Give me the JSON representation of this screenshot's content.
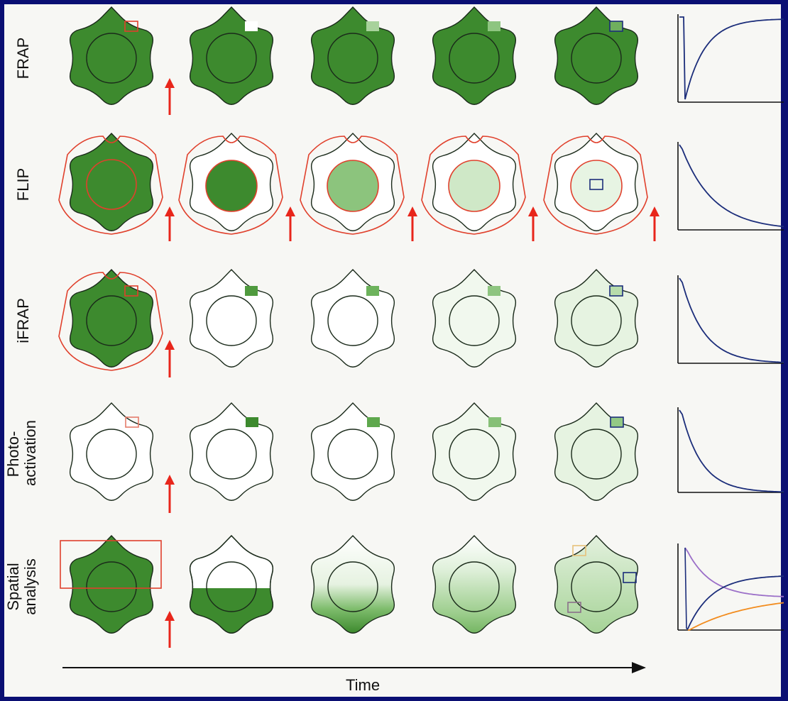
{
  "rows": [
    {
      "id": "frap",
      "label": "FRAP"
    },
    {
      "id": "flip",
      "label": "FLIP"
    },
    {
      "id": "ifrap",
      "label": "iFRAP"
    },
    {
      "id": "photoactivation",
      "label": "Photo-\nactivation"
    },
    {
      "id": "spatial",
      "label": "Spatial\nanalysis"
    }
  ],
  "time_label": "Time",
  "colors": {
    "border": "#0b0f73",
    "background": "#f7f7f4",
    "cell_fill": "#3d8a2e",
    "cell_outline": "#1a2a1a",
    "region_red": "#e0402c",
    "region_blue": "#1b2d7a",
    "arrow_red": "#e8261b",
    "curve_purple": "#9b6fc8",
    "curve_orange": "#f28c1e"
  }
}
